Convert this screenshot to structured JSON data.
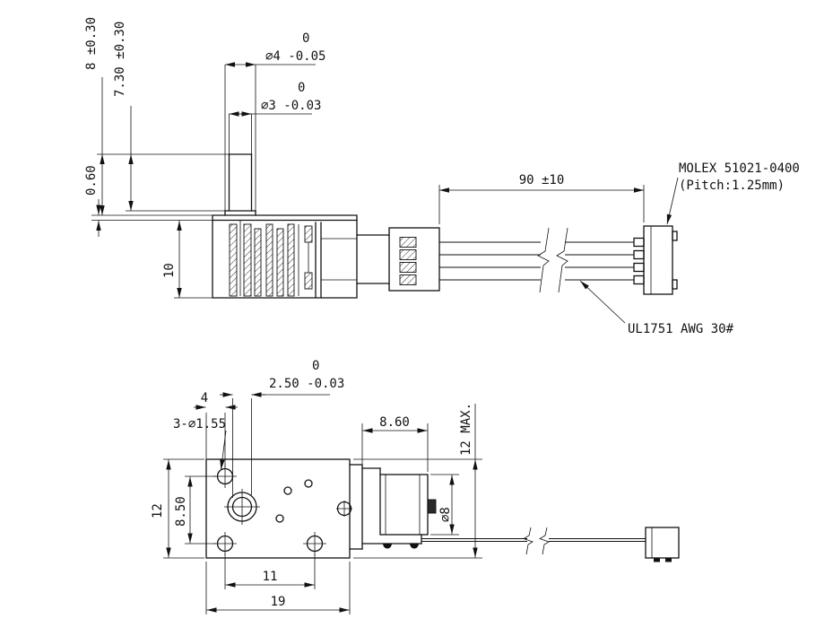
{
  "meta": {
    "title": "Geared stepper motor outline drawing"
  },
  "colors": {
    "line": "#111111",
    "background": "#ffffff"
  },
  "side": {
    "d4_upper": "0",
    "d4": "⌀4 -0.05",
    "d3_upper": "0",
    "d3": "⌀3 -0.03",
    "len_total": "8 ±0.30",
    "len_d3": "7.30 ±0.30",
    "plate_t": "0.60",
    "gear_h": "10",
    "wire_len": "90 ±10",
    "molex1": "MOLEX 51021-0400",
    "molex2": "(Pitch:1.25mm)",
    "wire_spec": "UL1751 AWG 30#"
  },
  "plan": {
    "off_upper": "0",
    "off": "2.50 -0.03",
    "edge": "4",
    "holes": "3-⌀1.55",
    "h": "12",
    "hole_v": "8.50",
    "hole_h": "11",
    "w": "19",
    "motor_len": "8.60",
    "max_h": "12 MAX.",
    "motor_d": "⌀8"
  }
}
